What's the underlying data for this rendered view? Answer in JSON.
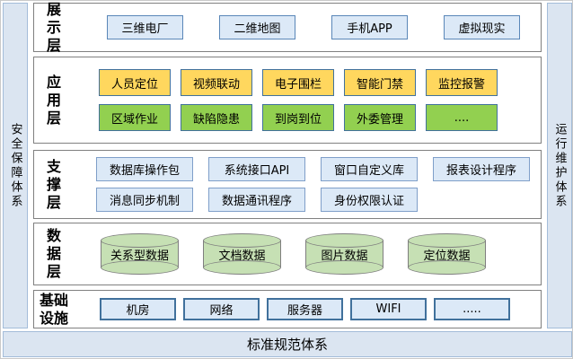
{
  "frame": {
    "left_panel": "安全保障体系",
    "right_panel": "运行维护体系",
    "bottom_panel": "标准规范体系"
  },
  "colors": {
    "panel_blue": "#dbe5f1",
    "node_light_blue": "#dce9f7",
    "node_yellow": "#ffd75e",
    "node_green": "#92d050",
    "cylinder_green": "#c6e0b4",
    "border_blue": "#41719c",
    "border_gray": "#808080"
  },
  "layers": [
    {
      "label": "展示层",
      "rows": [
        {
          "items": [
            "三维电厂",
            "二维地图",
            "手机APP",
            "虚拟现实"
          ]
        }
      ]
    },
    {
      "label": "应用层",
      "rows": [
        {
          "items": [
            "人员定位",
            "视频联动",
            "电子围栏",
            "智能门禁",
            "监控报警"
          ]
        },
        {
          "items": [
            "区域作业",
            "缺陷隐患",
            "到岗到位",
            "外委管理",
            "...."
          ]
        }
      ]
    },
    {
      "label": "支撑层",
      "rows": [
        {
          "items": [
            "数据库操作包",
            "系统接口API",
            "窗口自定义库",
            "报表设计程序"
          ]
        },
        {
          "items": [
            "消息同步机制",
            "数据通讯程序",
            "身份权限认证"
          ]
        }
      ]
    },
    {
      "label": "数据层",
      "rows": [
        {
          "items": [
            "关系型数据",
            "文档数据",
            "图片数据",
            "定位数据"
          ]
        }
      ]
    },
    {
      "label": "基础设施",
      "rows": [
        {
          "items": [
            "机房",
            "网络",
            "服务器",
            "WIFI",
            "....."
          ]
        }
      ]
    }
  ]
}
